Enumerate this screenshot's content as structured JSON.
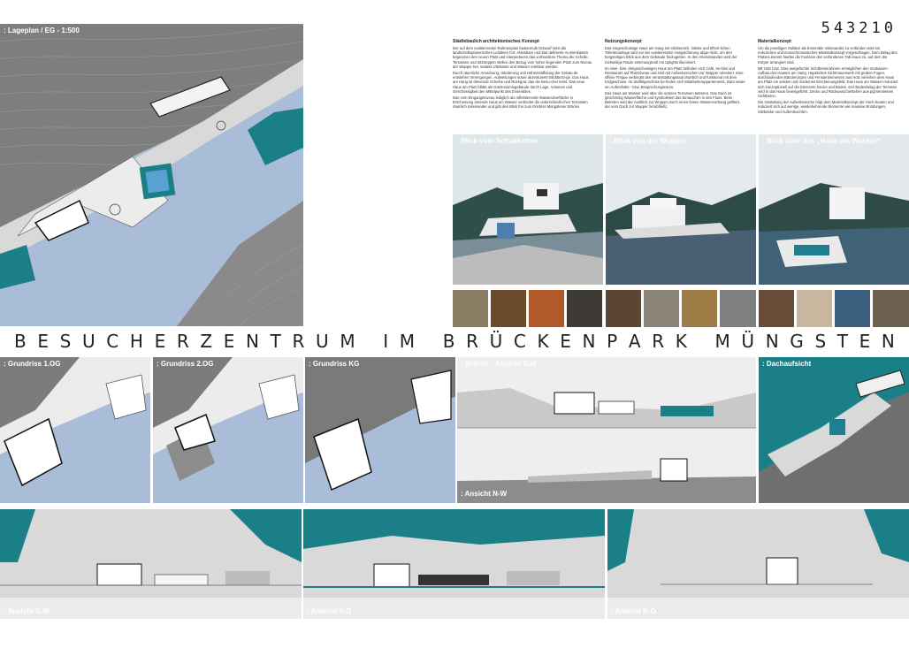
{
  "project_number": "543210",
  "title": "BESUCHERZENTRUM IM BRÜCKENPARK MÜNGSTEN",
  "site_plan": {
    "label": ": Lageplan / EG - 1:500"
  },
  "concepts": [
    {
      "heading": "Städtebaulich architektonisches Konzept",
      "paragraphs": [
        "Der auf dem exaltierenden Rahmenplan basierende Entwurf setzt die landschaftsplanerischen Leitideen fort. Ablesbare und klar definierte Au-Benkanten begrenzen den neuen Platz und interpretieren das vorhandene Thema der Scholle. Terrassen und Sitztreppen stellen den Bezug vom hoher liegenden Platz zum Niveau der Wupper her, sodass Uferkante und Wasser erlebbar werden.",
        "Durch räumliche Anordnung, Gliederung und Höhenstaffelung der Gebäu-de entstehen Verengungen, Aufweitungen sowie akzentuierte Blickbezü-ge. Das Haus am Hang ist dienende Scheibe und Rückgrat, das die Besu-cher leitet. Das neue Haus am Platz bildet als Gastronomiegebäude durch Lage, Volumen und Geschossigkeit den Mittelpunkt des Ensembles.",
        "Das vom Eingangsniveau lediglich als reflektierende Wasseroberfläche in Erscheinung tretende Haus am Wasser verbindet die unterschiedli-chen Terrassen räumlich miteinander und gibt den Blick frei zum Erlebnis Müngstener Brücke."
      ]
    },
    {
      "heading": "Nutzungskonzept",
      "paragraphs": [
        "Das eingeschossige Haus am Hang mit Infobereich, Imbiss und öffent-lichen Toilettenanlage wird vor der existierenden Hangsicherung abge-rückt, um den bergseitigen Blick aus dem Gebäude freizugeben. In den Abendstunden wird der rückseitige Raum stimmungsvoll mit Uplights illuminiert.",
        "Im zwei- bzw. dreigeschossigen Haus am Platz befinden sich Café, Im-biss und Restaurant auf Platzniveau und sind mit Außenbereichen zur Wupper orientiert. Eine offene Treppe verbindet den Veranstaltungssaal räumlich und funktional mit dem Erdgeschoss. Im Staffelgeschoss be-finden sich Mitarbeiterappartements, Büro sowie ein Aufenthalts - bzw. Besprechungsraum.",
        "Das Haus am Wasser wird über die unteren Terrassen betreten. Das Dach ist gleichzeitig Wasserfläche und symbolisiert das Eintauchen in den Fluss. Beim Betreten wird der Ausblick zur Wupper durch einen feinen Wasservorhang gefiltert, der vom Dach zur Wupper herabfließt."
      ]
    },
    {
      "heading": "Materialkonzept",
      "paragraphs": [
        "Um die jeweiligen Solitäre als Ensemble miteinander zu verbinden wird ein reduziertes und monochromatisches Materialkonzept vorgeschlagen. Dem Belag des Platzes kommt hierbei die Funktion des verbindenen Tab-leaus zu, auf dem die Körper arrangiert sind.",
        "Mit Holz bzw. Glas ausgefachte Sichtbetonrahmen ermöglichen den modularen Aufbau des Hauses am Hang. Haptisches Sichtmauerwerk mit groben Fugen, durchlaufenden Bänderungen und Fensterelementen aus Holz verleihen dem Haus am Platz ein solides und modernes Erscheinungsbild. Das Haus am Wasser reduziert sich konzeptionell auf die Elemente Decke und Boden. Der Bodenbelag der Terrasse wird in das Haus hineingeführt. Decke und Rückwand bestehen aus pigmentiertem Sichtbeton.",
        "Die Gestaltung der Außenbereiche folgt dem Materialkonzept der Hoch-bauten und reduziert sich auf wenige, wiederkehrende Elemente wie massive Brüstungen, Sitzbänke und Außenleuchten."
      ]
    }
  ],
  "renders": [
    {
      "label": ": Blick vom Schaltkotten"
    },
    {
      "label": ": Blick von der Wupper"
    },
    {
      "label": ": Blick über das „Haus am Wasser“"
    }
  ],
  "floor_plans": [
    {
      "label": ": Grundriss 1.OG"
    },
    {
      "label": ": Grundriss 2.OG"
    },
    {
      "label": ": Grundriss KG"
    }
  ],
  "section": {
    "label_top": ": Schnitt - Ansicht S-W",
    "label_bottom": ": Ansicht N-W"
  },
  "roof": {
    "label": ": Dachaufsicht"
  },
  "elevations": [
    {
      "label": ": Ansicht S-W"
    },
    {
      "label": ": Ansicht S-O"
    },
    {
      "label": ": Ansicht N-O"
    }
  ],
  "colors": {
    "teal": "#1a7f86",
    "water": "#a9bdd9",
    "dark_gray": "#6f6f6f",
    "mid_gray": "#a3a3a3",
    "light_gray": "#cfcfcf"
  }
}
